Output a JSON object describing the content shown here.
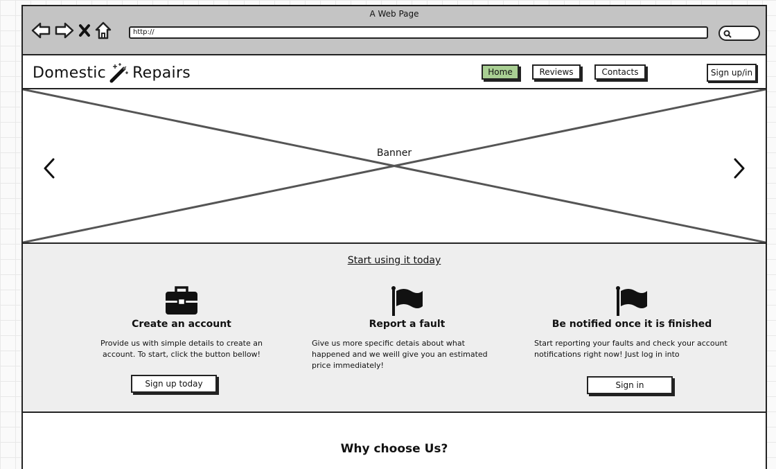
{
  "browser": {
    "window_title": "A Web Page",
    "url": "http://"
  },
  "header": {
    "brand_part1": "Domestic",
    "brand_part2": "Repairs",
    "nav": {
      "home": "Home",
      "reviews": "Reviews",
      "contacts": "Contacts"
    },
    "signin": "Sign up/in"
  },
  "banner": {
    "label": "Banner"
  },
  "features": {
    "title": "Start using it today",
    "columns": [
      {
        "icon": "briefcase-icon",
        "title": "Create an account",
        "description": "Provide us with simple details to create an account. To start, click the button bellow!",
        "button": "Sign up today"
      },
      {
        "icon": "flag-icon",
        "title": "Report a fault",
        "description": "Give us more specific detais about what happened and we weill give you an estimated price immediately!"
      },
      {
        "icon": "flag-icon",
        "title": "Be notified once it is finished",
        "description": "Start reporting your faults and check your account notifications right now! Just log in into",
        "button": "Sign in"
      }
    ]
  },
  "why": {
    "title": "Why choose Us?"
  },
  "colors": {
    "active_nav": "#a9cf93",
    "chrome": "#c4c4c4",
    "features_bg": "#eeeeee"
  }
}
